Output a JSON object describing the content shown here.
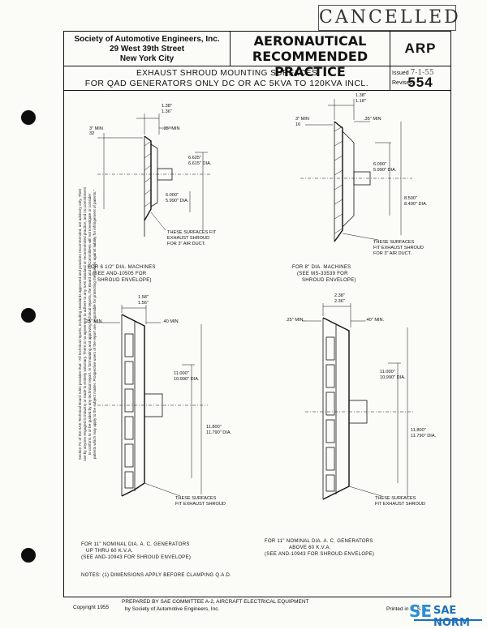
{
  "stamp": "CANCELLED",
  "header": {
    "org_line1": "Society of Automotive Engineers, Inc.",
    "org_line2": "29 West 39th Street",
    "org_line3": "New York City",
    "title_line1": "AERONAUTICAL",
    "title_line2": "RECOMMENDED PRACTICE",
    "doc_number": "ARP 554",
    "subject_line1": "EXHAUST SHROUD MOUNTING SURFACES",
    "subject_line2": "FOR QAD GENERATORS ONLY DC OR AC 5KVA TO 120KVA INCL.",
    "issued_label": "Issued",
    "issued_date": "7-1-55",
    "revised_label": "Revised"
  },
  "sidebar": {
    "line1": "Section 7C of the SAE Technical Board rules provides that: \"All technical reports, including standards approved and practices recommended, are advisory only. Their",
    "line2": "use by anyone engaged in industry or trade is entirely voluntary. There is no agreement to adhere to any SAE standard or recommended practice, and no commitment",
    "line3": "to conform to or be guided by any technical report. In formulating and approving technical reports, the Board and its Committees will not investigate or consider",
    "line4": "patents which may apply to the subject matter. Prospective users of the report are responsible for protecting themselves against liability for infringement of patents.\""
  },
  "drawings": {
    "d1": {
      "dim_top_a": "1.38\"",
      "dim_top_b": "1.36\"",
      "dim_left_a": "3\" MIN",
      "dim_left_b": "32",
      "dim_mid": ".35\" MIN",
      "dim_od_a": "6.625\"",
      "dim_od_b": "6.615\" DIA.",
      "dim_id_a": "6.000\"",
      "dim_id_b": "5.990\" DIA.",
      "note_a": "THESE SURFACES FIT",
      "note_b": "EXHAUST SHROUD",
      "note_c": "FOR 3\" AIR DUCT.",
      "caption_a": "FOR 6 1/2\" DIA. MACHINES",
      "caption_b": "(SEE AND-10505 FOR",
      "caption_c": "SHROUD ENVELOPE)"
    },
    "d2": {
      "dim_top_a": "1.38\"",
      "dim_top_b": "1.18\"",
      "dim_left_a": "3\" MIN",
      "dim_left_b": "16",
      "dim_mid": ".35\" MIN",
      "dim_od_a": "6.000\"",
      "dim_od_b": "5.990\" DIA.",
      "dim_id_a": "8.500\"",
      "dim_id_b": "8.490\" DIA.",
      "note_a": "THESE SURFACES",
      "note_b": "FIT EXHAUST SHROUD",
      "note_c": "FOR 3\" AIR DUCT.",
      "caption_a": "FOR 8\" DIA. MACHINES",
      "caption_b": "(SEE MS-33539 FOR",
      "caption_c": "SHROUD ENVELOPE)"
    },
    "d3": {
      "dim_top_a": "1.58\"",
      "dim_top_b": "1.56\"",
      "dim_left": ".25\" MIN.",
      "dim_mid": ".40 MIN.",
      "dim_od_a": "11.000\"",
      "dim_od_b": "10.990\" DIA.",
      "dim_id_a": "11.800\"",
      "dim_id_b": "11.790\" DIA.",
      "note_a": "THESE SURFACES",
      "note_b": "FIT EXHAUST SHROUD",
      "caption_a": "FOR 11\" NOMINAL DIA. A. C. GENERATORS",
      "caption_b": "UP THRU 60 K.V.A.",
      "caption_c": "(SEE AND-10943 FOR SHROUD ENVELOPE)"
    },
    "d4": {
      "dim_top_a": "2.38\"",
      "dim_top_b": "2.36\"",
      "dim_left": ".25\" MIN.",
      "dim_mid": ".40\" MIN.",
      "dim_od_a": "11.000\"",
      "dim_od_b": "10.990\" DIA.",
      "dim_id_a": "11.800\"",
      "dim_id_b": "11.790\" DIA.",
      "note_a": "THESE SURFACES",
      "note_b": "FIT EXHAUST SHROUD",
      "caption_a": "FOR 11\" NOMINAL DIA. A. C. GENERATORS",
      "caption_b": "ABOVE 60 K.V.A.",
      "caption_c": "(SEE AND-10943 FOR SHROUD ENVELOPE)"
    }
  },
  "notes": "NOTES: (1) DIMENSIONS APPLY BEFORE CLAMPING Q.A.D.",
  "footer": {
    "copyright": "Copyright 1955",
    "prepared_line1": "PREPARED BY SAE COMMITTEE A-2, AIRCRAFT ELECTRICAL EQUIPMENT",
    "prepared_line2": "by Society of Automotive Engineers, Inc.",
    "printed": "Printed in U. S. A.",
    "logo_mark": "SE",
    "logo_text": "SAE NORM"
  }
}
